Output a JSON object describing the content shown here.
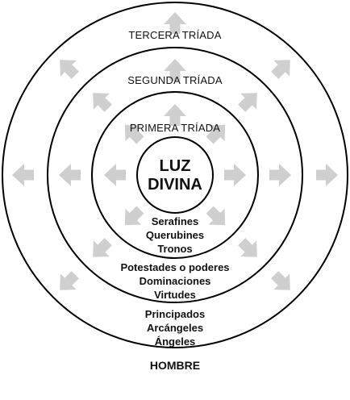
{
  "center": {
    "line1": "LUZ",
    "line2": "DIVINA"
  },
  "rings": {
    "primera": "PRIMERA TRÍADA",
    "segunda": "SEGUNDA TRÍADA",
    "tercera": "TERCERA TRÍADA"
  },
  "choirs": {
    "primera": [
      "Serafines",
      "Querubines",
      "Tronos"
    ],
    "segunda": [
      "Potestades o poderes",
      "Dominaciones",
      "Virtudes"
    ],
    "tercera": [
      "Principados",
      "Arcángeles",
      "Ángeles"
    ]
  },
  "footer": "HOMBRE",
  "colors": {
    "arrow": "#cfcfcf",
    "line": "#000000",
    "text": "#111111"
  },
  "arrow_directions": [
    "north",
    "north-east",
    "east",
    "south-east",
    "south-west",
    "west",
    "north-west"
  ]
}
